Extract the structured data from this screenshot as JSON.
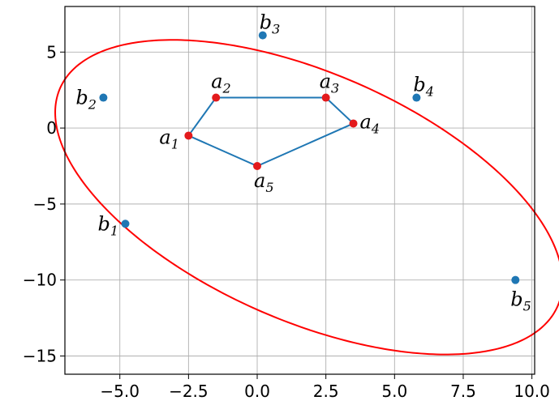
{
  "chart_data": {
    "type": "scatter",
    "title": "",
    "xlabel": "",
    "ylabel": "",
    "xlim": [
      -7.0,
      10.1
    ],
    "ylim": [
      -16.2,
      8.0
    ],
    "grid": true,
    "xticks": [
      -5.0,
      -2.5,
      0.0,
      2.5,
      5.0,
      7.5,
      10.0
    ],
    "xtick_labels": [
      "−5.0",
      "−2.5",
      "0.0",
      "2.5",
      "5.0",
      "7.5",
      "10.0"
    ],
    "yticks": [
      5,
      0,
      -5,
      -10,
      -15
    ],
    "ytick_labels": [
      "5",
      "0",
      "−5",
      "−10",
      "−15"
    ],
    "polygon": {
      "color": "#1f77b4",
      "closed": true,
      "points": [
        {
          "base": "a",
          "sub": "1",
          "x": -2.5,
          "y": -0.5
        },
        {
          "base": "a",
          "sub": "2",
          "x": -1.5,
          "y": 2.0
        },
        {
          "base": "a",
          "sub": "3",
          "x": 2.5,
          "y": 2.0
        },
        {
          "base": "a",
          "sub": "4",
          "x": 3.5,
          "y": 0.3
        },
        {
          "base": "a",
          "sub": "5",
          "x": 0.0,
          "y": -2.5
        }
      ]
    },
    "vertex_marker_color": "#e31a1c",
    "ellipse": {
      "color": "#ff0000",
      "center": [
        1.88,
        -4.55
      ],
      "semi_major": 12.2,
      "semi_minor": 6.6,
      "angle_deg": -51
    },
    "b_points": {
      "color": "#1f77b4",
      "points": [
        {
          "base": "b",
          "sub": "1",
          "x": -4.8,
          "y": -6.3
        },
        {
          "base": "b",
          "sub": "2",
          "x": -5.6,
          "y": 2.0
        },
        {
          "base": "b",
          "sub": "3",
          "x": 0.2,
          "y": 6.1
        },
        {
          "base": "b",
          "sub": "4",
          "x": 5.8,
          "y": 2.0
        },
        {
          "base": "b",
          "sub": "5",
          "x": 9.4,
          "y": -10.0
        }
      ]
    }
  }
}
